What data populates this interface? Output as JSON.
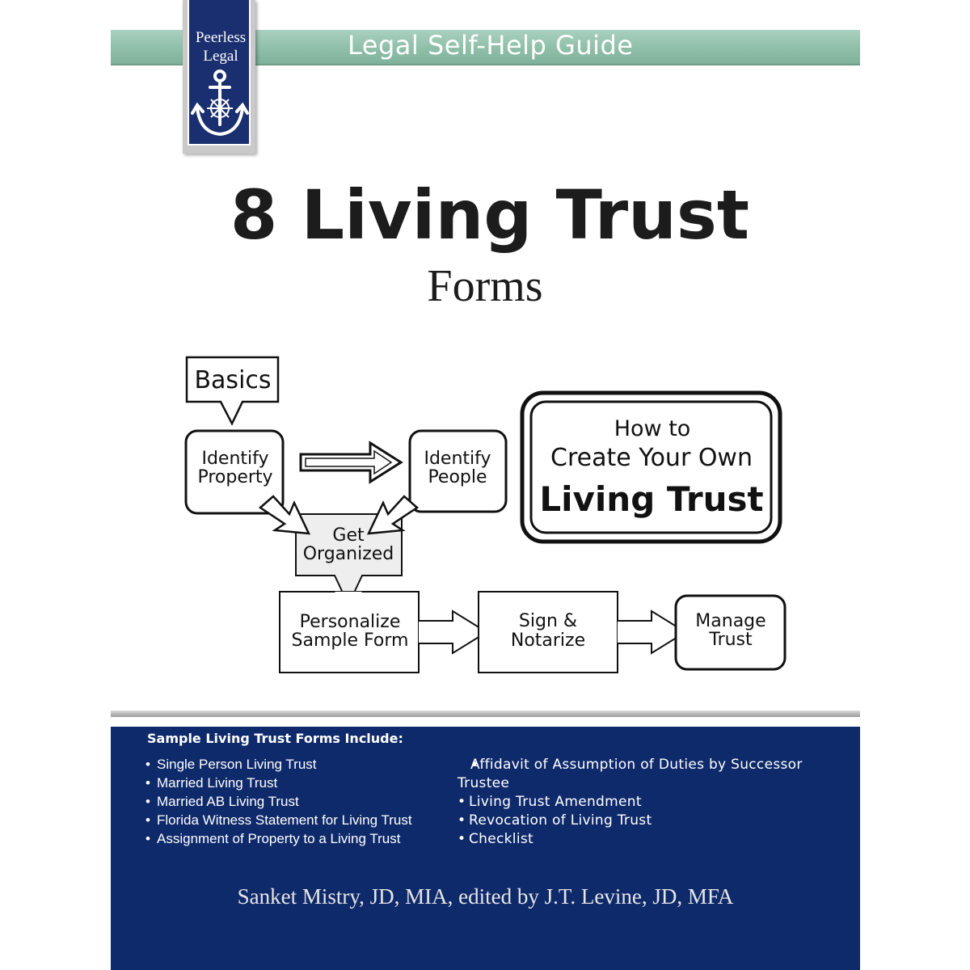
{
  "header": {
    "series_label": "Legal Self-Help Guide",
    "logo_line1": "Peerless",
    "logo_line2": "Legal"
  },
  "cover": {
    "title": "8 Living Trust",
    "subtitle": "Forms"
  },
  "flowchart": {
    "basics": "Basics",
    "identify_property": [
      "Identify",
      "Property"
    ],
    "identify_people": [
      "Identify",
      "People"
    ],
    "get_organized": [
      "Get",
      "Organized"
    ],
    "personalize": [
      "Personalize",
      "Sample Form"
    ],
    "sign": [
      "Sign &",
      "Notarize"
    ],
    "manage": [
      "Manage",
      "Trust"
    ],
    "callout": [
      "How to",
      "Create Your Own",
      "Living Trust"
    ]
  },
  "forms_list": {
    "heading": "Sample Living Trust Forms Include:",
    "left": [
      "Single Person Living Trust",
      "Married Living Trust",
      "Married AB Living Trust",
      "Florida Witness Statement for Living Trust",
      "Assignment of Property to a Living Trust"
    ],
    "right": [
      "Affidavit of Assumption of Duties by Successor Trustee",
      "Living Trust Amendment",
      "Revocation of Living Trust",
      "Checklist"
    ]
  },
  "author": "Sanket Mistry, JD, MIA, edited by J.T. Levine, JD, MFA",
  "colors": {
    "navy": "#0f2a6b",
    "sea_green": "#8fbfa9",
    "logo_blue": "#1a2f70"
  }
}
